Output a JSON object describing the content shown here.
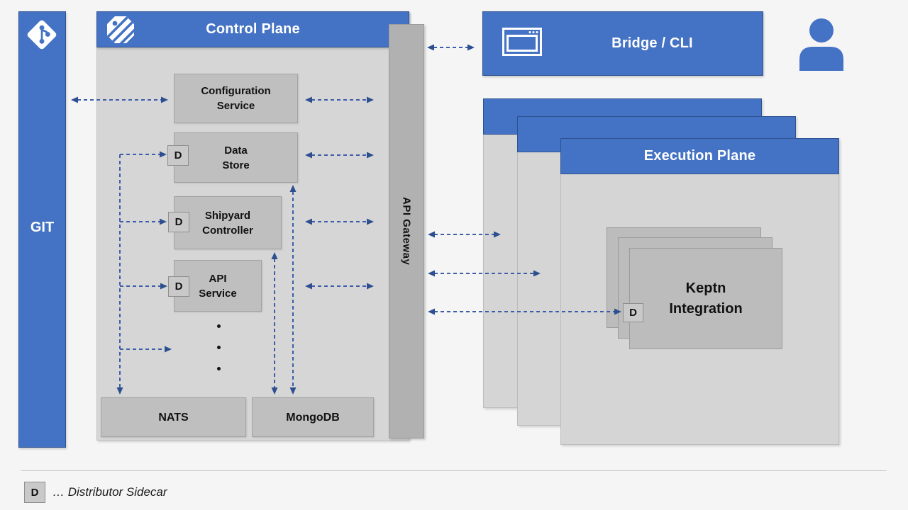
{
  "git": {
    "label": "GIT"
  },
  "control_plane": {
    "title": "Control Plane",
    "services": [
      {
        "line1": "Configuration",
        "line2": "Service"
      },
      {
        "line1": "Data",
        "line2": "Store"
      },
      {
        "line1": "Shipyard",
        "line2": "Controller"
      },
      {
        "line1": "API",
        "line2": "Service"
      }
    ],
    "nats_label": "NATS",
    "mongodb_label": "MongoDB"
  },
  "api_gateway": {
    "label": "API Gateway"
  },
  "bridge_cli": {
    "title": "Bridge / CLI"
  },
  "execution_plane": {
    "title": "Execution Plane",
    "integration": {
      "line1": "Keptn",
      "line2": "Integration"
    }
  },
  "sidecar": {
    "label": "D"
  },
  "legend": {
    "badge": "D",
    "text": "… Distributor Sidecar"
  },
  "colors": {
    "accent_blue": "#4472C4",
    "accent_blue_border": "#2F528F",
    "arrow_blue": "#3D5DA9",
    "arrowhead_blue": "#2E4F8F",
    "panel_gray": "#D6D6D6",
    "box_gray": "#BFBFBF",
    "gateway_gray": "#B1B1B1",
    "background": "#F5F5F6"
  }
}
